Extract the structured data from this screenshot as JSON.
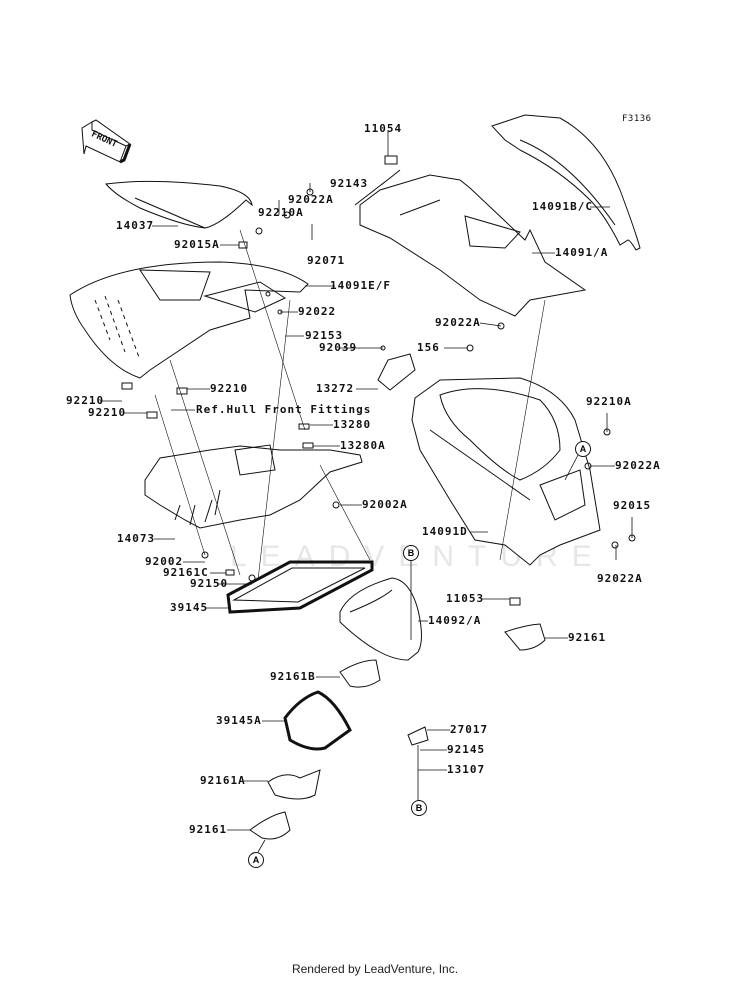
{
  "figure_id": "F3136",
  "watermark": "LEADVENTURE",
  "footer": "Rendered by LeadVenture, Inc.",
  "front_arrow": "FRONT",
  "labels": {
    "p11054": "11054",
    "p14037": "14037",
    "p92015A": "92015A",
    "p92022A_a": "92022A",
    "p92210A_a": "92210A",
    "p92143": "92143",
    "p92071": "92071",
    "p14091BC": "14091B/C",
    "p14091A": "14091/A",
    "p14091EF": "14091E/F",
    "p92022": "92022",
    "p92153": "92153",
    "p92022A_b": "92022A",
    "p156": "156",
    "p92039": "92039",
    "p13272": "13272",
    "p92210_a": "92210",
    "p92210_b": "92210",
    "p92210_c": "92210",
    "ref_hull": "Ref.Hull Front Fittings",
    "p13280": "13280",
    "p13280A": "13280A",
    "p92002A": "92002A",
    "p92210A_b": "92210A",
    "p92022A_c": "92022A",
    "p92015": "92015",
    "p92022A_d": "92022A",
    "p14073": "14073",
    "p14091D": "14091D",
    "p92002": "92002",
    "p92161C": "92161C",
    "p92150": "92150",
    "p39145": "39145",
    "p14092A": "14092/A",
    "p11053": "11053",
    "p92161_a": "92161",
    "p92161B": "92161B",
    "p39145A": "39145A",
    "p27017": "27017",
    "p92145": "92145",
    "p13107": "13107",
    "p92161A": "92161A",
    "p92161_b": "92161"
  },
  "callouts": {
    "A1": "A",
    "B1": "B",
    "B2": "B",
    "A2": "A"
  }
}
